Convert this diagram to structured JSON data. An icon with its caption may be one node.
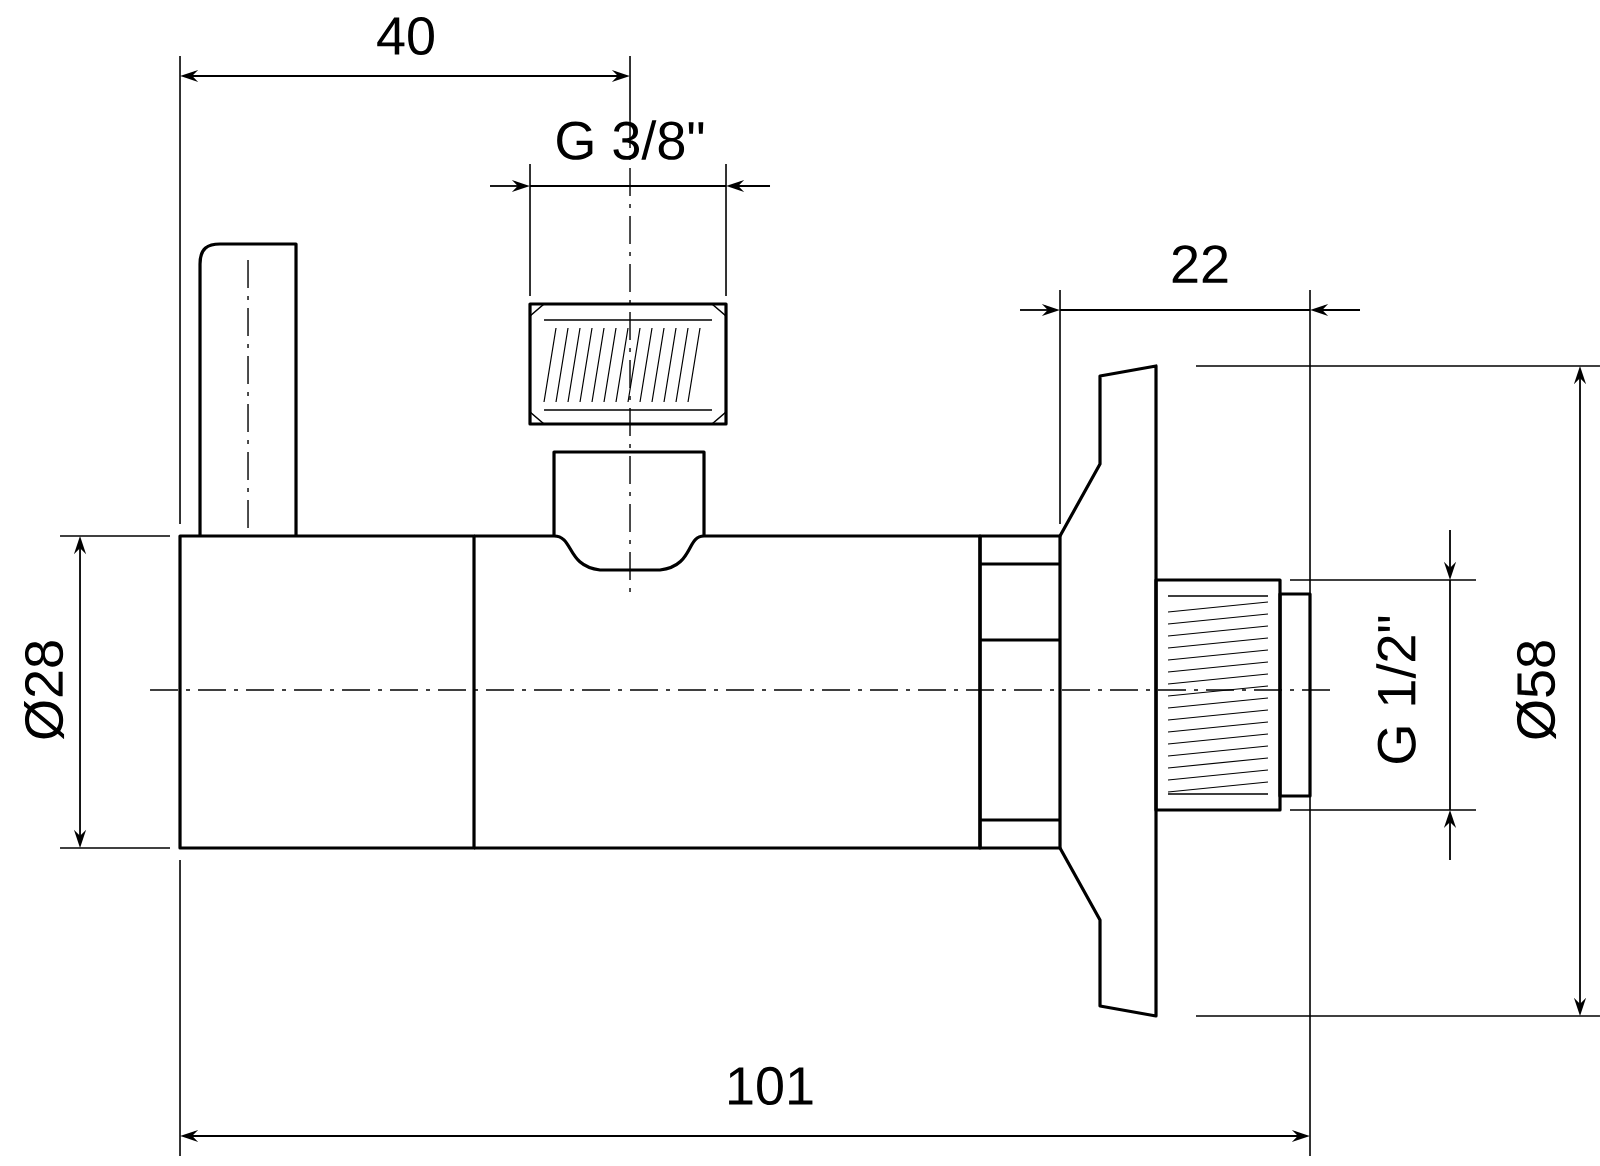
{
  "diagram": {
    "labels": [
      "40",
      "G 3/8\"",
      "22",
      "Ø28",
      "G 1/2\"",
      "Ø58",
      "101"
    ]
  }
}
